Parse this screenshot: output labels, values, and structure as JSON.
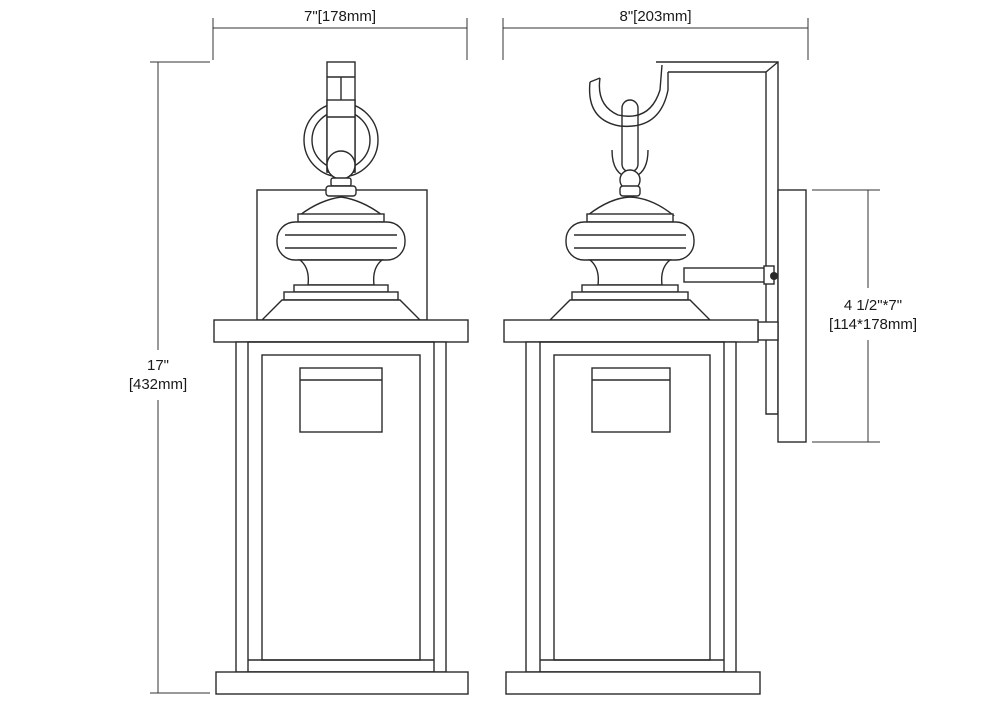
{
  "dimensions": {
    "front_width": "7\"[178mm]",
    "side_extension": "8\"[203mm]",
    "height_line1": "17\"",
    "height_line2": "[432mm]",
    "backplate_line1": "4 1/2\"*7\"",
    "backplate_line2": "[114*178mm]"
  }
}
